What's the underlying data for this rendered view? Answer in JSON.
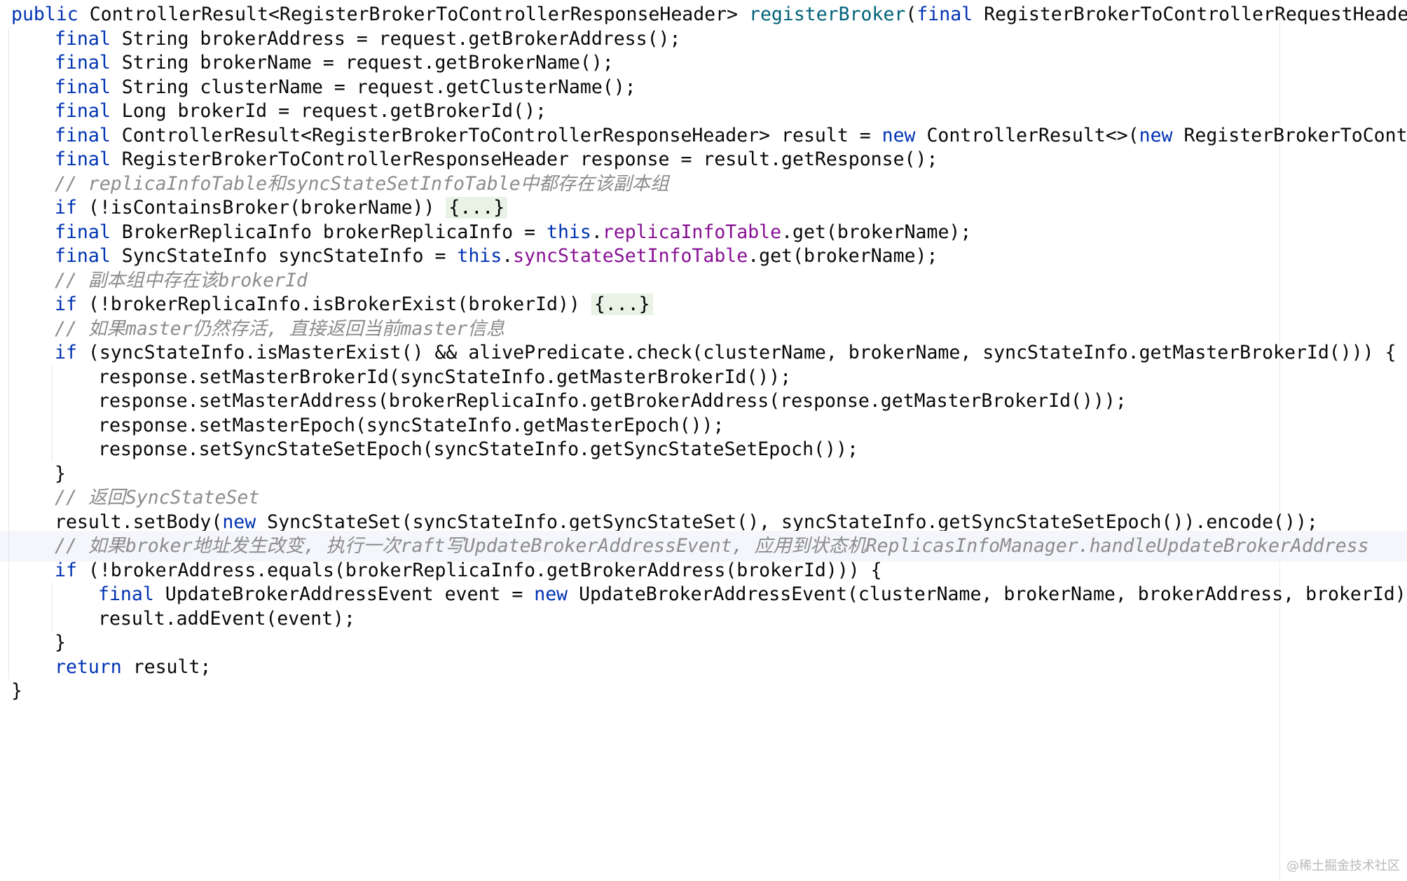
{
  "editor": {
    "lines": [
      {
        "indent": 0,
        "tokens": [
          {
            "t": "public ",
            "c": "kw"
          },
          {
            "t": "ControllerResult<RegisterBrokerToControllerResponseHeader> ",
            "c": "plain"
          },
          {
            "t": "registerBroker",
            "c": "fn"
          },
          {
            "t": "(",
            "c": "plain"
          },
          {
            "t": "final ",
            "c": "kw"
          },
          {
            "t": "RegisterBrokerToControllerRequestHeader r",
            "c": "plain"
          }
        ]
      },
      {
        "indent": 1,
        "tokens": [
          {
            "t": "final ",
            "c": "kw"
          },
          {
            "t": "String brokerAddress = request.getBrokerAddress();",
            "c": "plain"
          }
        ]
      },
      {
        "indent": 1,
        "tokens": [
          {
            "t": "final ",
            "c": "kw"
          },
          {
            "t": "String brokerName = request.getBrokerName();",
            "c": "plain"
          }
        ]
      },
      {
        "indent": 1,
        "tokens": [
          {
            "t": "final ",
            "c": "kw"
          },
          {
            "t": "String clusterName = request.getClusterName();",
            "c": "plain"
          }
        ]
      },
      {
        "indent": 1,
        "tokens": [
          {
            "t": "final ",
            "c": "kw"
          },
          {
            "t": "Long brokerId = request.getBrokerId();",
            "c": "plain"
          }
        ]
      },
      {
        "indent": 1,
        "tokens": [
          {
            "t": "final ",
            "c": "kw"
          },
          {
            "t": "ControllerResult<RegisterBrokerToControllerResponseHeader> result = ",
            "c": "plain"
          },
          {
            "t": "new ",
            "c": "kw"
          },
          {
            "t": "ControllerResult<>(",
            "c": "plain"
          },
          {
            "t": "new ",
            "c": "kw"
          },
          {
            "t": "RegisterBrokerToControl",
            "c": "plain"
          }
        ]
      },
      {
        "indent": 1,
        "tokens": [
          {
            "t": "final ",
            "c": "kw"
          },
          {
            "t": "RegisterBrokerToControllerResponseHeader response = result.getResponse();",
            "c": "plain"
          }
        ]
      },
      {
        "indent": 1,
        "tokens": [
          {
            "t": "// replicaInfoTable和syncStateSetInfoTable中都存在该副本组",
            "c": "cmt"
          }
        ]
      },
      {
        "indent": 1,
        "tokens": [
          {
            "t": "if ",
            "c": "kw"
          },
          {
            "t": "(!isContainsBroker(brokerName)) ",
            "c": "plain"
          },
          {
            "t": "{...}",
            "c": "fold"
          }
        ]
      },
      {
        "indent": 1,
        "tokens": [
          {
            "t": "final ",
            "c": "kw"
          },
          {
            "t": "BrokerReplicaInfo brokerReplicaInfo = ",
            "c": "plain"
          },
          {
            "t": "this",
            "c": "kw"
          },
          {
            "t": ".",
            "c": "plain"
          },
          {
            "t": "replicaInfoTable",
            "c": "field"
          },
          {
            "t": ".get(brokerName);",
            "c": "plain"
          }
        ]
      },
      {
        "indent": 1,
        "tokens": [
          {
            "t": "final ",
            "c": "kw"
          },
          {
            "t": "SyncStateInfo syncStateInfo = ",
            "c": "plain"
          },
          {
            "t": "this",
            "c": "kw"
          },
          {
            "t": ".",
            "c": "plain"
          },
          {
            "t": "syncStateSetInfoTable",
            "c": "field"
          },
          {
            "t": ".get(brokerName);",
            "c": "plain"
          }
        ]
      },
      {
        "indent": 1,
        "tokens": [
          {
            "t": "// 副本组中存在该brokerId",
            "c": "cmt"
          }
        ]
      },
      {
        "indent": 1,
        "tokens": [
          {
            "t": "if ",
            "c": "kw"
          },
          {
            "t": "(!brokerReplicaInfo.isBrokerExist(brokerId)) ",
            "c": "plain"
          },
          {
            "t": "{...}",
            "c": "fold"
          }
        ]
      },
      {
        "indent": 1,
        "tokens": [
          {
            "t": "// 如果master仍然存活, 直接返回当前master信息",
            "c": "cmt"
          }
        ]
      },
      {
        "indent": 1,
        "tokens": [
          {
            "t": "if ",
            "c": "kw"
          },
          {
            "t": "(syncStateInfo.isMasterExist() && alivePredicate.check(clusterName, brokerName, syncStateInfo.getMasterBrokerId())) {",
            "c": "plain"
          }
        ]
      },
      {
        "indent": 2,
        "tokens": [
          {
            "t": "response.setMasterBrokerId(syncStateInfo.getMasterBrokerId());",
            "c": "plain"
          }
        ]
      },
      {
        "indent": 2,
        "tokens": [
          {
            "t": "response.setMasterAddress(brokerReplicaInfo.getBrokerAddress(response.getMasterBrokerId()));",
            "c": "plain"
          }
        ]
      },
      {
        "indent": 2,
        "tokens": [
          {
            "t": "response.setMasterEpoch(syncStateInfo.getMasterEpoch());",
            "c": "plain"
          }
        ]
      },
      {
        "indent": 2,
        "tokens": [
          {
            "t": "response.setSyncStateSetEpoch(syncStateInfo.getSyncStateSetEpoch());",
            "c": "plain"
          }
        ]
      },
      {
        "indent": 1,
        "tokens": [
          {
            "t": "}",
            "c": "plain"
          }
        ]
      },
      {
        "indent": 1,
        "tokens": [
          {
            "t": "// 返回SyncStateSet",
            "c": "cmt"
          }
        ]
      },
      {
        "indent": 1,
        "tokens": [
          {
            "t": "result.setBody(",
            "c": "plain"
          },
          {
            "t": "new ",
            "c": "kw"
          },
          {
            "t": "SyncStateSet(syncStateInfo.getSyncStateSet(), syncStateInfo.getSyncStateSetEpoch()).encode());",
            "c": "plain"
          }
        ]
      },
      {
        "indent": 1,
        "current": true,
        "tokens": [
          {
            "t": "// 如果broker地址发生改变, 执行一次raft写UpdateBrokerAddressEvent, 应用到状态机ReplicasInfoManager.handleUpdateBrokerAddress",
            "c": "cmt"
          }
        ]
      },
      {
        "indent": 1,
        "tokens": [
          {
            "t": "if ",
            "c": "kw"
          },
          {
            "t": "(!brokerAddress.equals(brokerReplicaInfo.getBrokerAddress(brokerId))) {",
            "c": "plain"
          }
        ]
      },
      {
        "indent": 2,
        "tokens": [
          {
            "t": "final ",
            "c": "kw"
          },
          {
            "t": "UpdateBrokerAddressEvent event = ",
            "c": "plain"
          },
          {
            "t": "new ",
            "c": "kw"
          },
          {
            "t": "UpdateBrokerAddressEvent(clusterName, brokerName, brokerAddress, brokerId);",
            "c": "plain"
          }
        ]
      },
      {
        "indent": 2,
        "tokens": [
          {
            "t": "result.addEvent(event);",
            "c": "plain"
          }
        ]
      },
      {
        "indent": 1,
        "tokens": [
          {
            "t": "}",
            "c": "plain"
          }
        ]
      },
      {
        "indent": 1,
        "tokens": [
          {
            "t": "return ",
            "c": "kw"
          },
          {
            "t": "result;",
            "c": "plain"
          }
        ]
      },
      {
        "indent": 0,
        "tokens": [
          {
            "t": "}",
            "c": "plain"
          }
        ]
      }
    ]
  },
  "watermark": "@稀土掘金技术社区",
  "colors": {
    "keyword": "#0033b3",
    "method_decl": "#00627a",
    "field": "#871094",
    "comment": "#8c8c8c",
    "fold_bg": "#e8f3e6",
    "current_line_bg": "#f4f6fb"
  }
}
